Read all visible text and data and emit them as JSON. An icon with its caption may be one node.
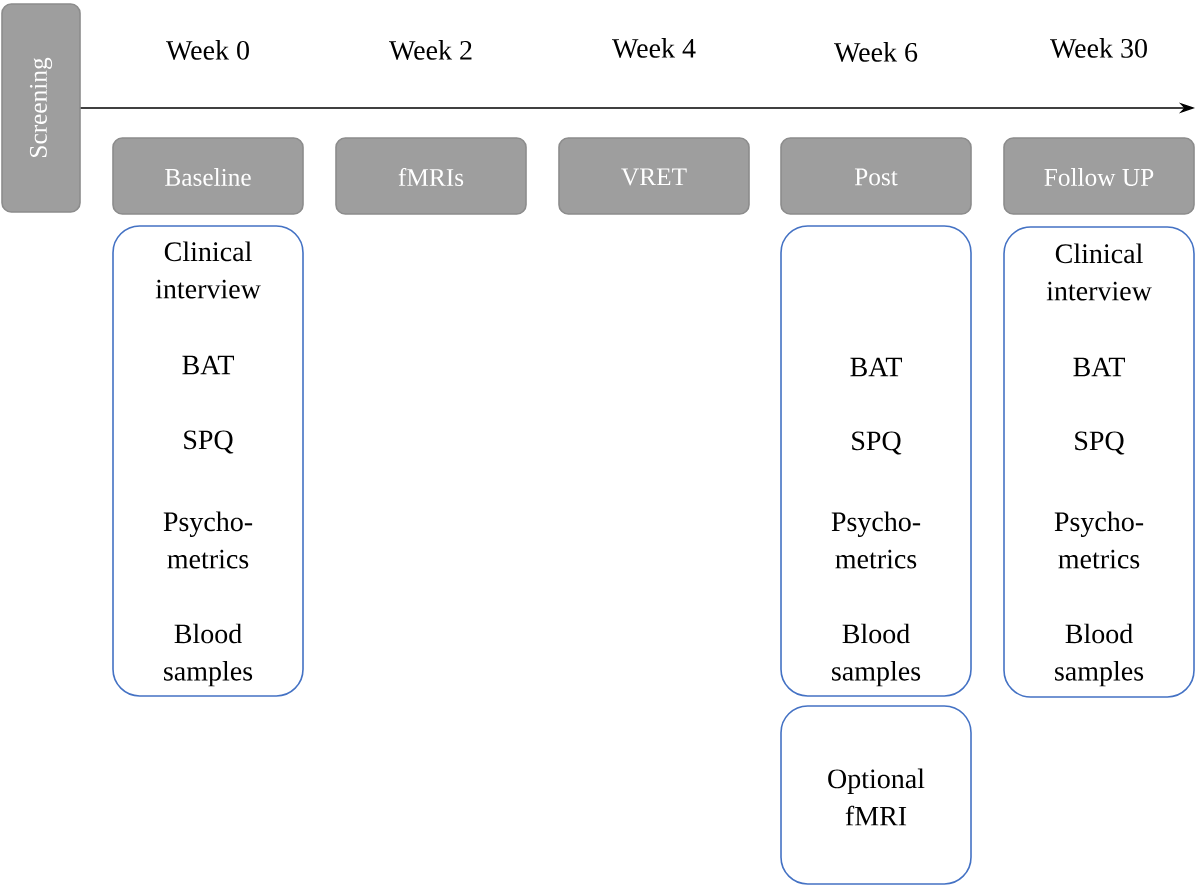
{
  "diagram": {
    "nodes": [
      {
        "text": [
          "Screening"
        ]
      },
      {
        "text": [
          "Baseline"
        ]
      },
      {
        "text": [
          "fMRIs"
        ]
      },
      {
        "text": [
          "VRET"
        ]
      },
      {
        "text": [
          "Post"
        ]
      },
      {
        "text": [
          "Follow UP"
        ]
      },
      {
        "text": [
          "Clinical interview",
          "BAT",
          "SPQ",
          "Psycho-metrics",
          "Blood samples"
        ]
      },
      {
        "text": [
          "BAT",
          "SPQ",
          "Psycho-metrics",
          "Blood samples"
        ]
      },
      {
        "text": [
          "Optional fMRI"
        ]
      },
      {
        "text": [
          "Clinical interview",
          "BAT",
          "SPQ",
          "Psycho-metrics",
          "Blood samples"
        ]
      }
    ],
    "labels": [
      "Week 0",
      "Week 2",
      "Week 4",
      "Week 6",
      "Week 30"
    ]
  }
}
